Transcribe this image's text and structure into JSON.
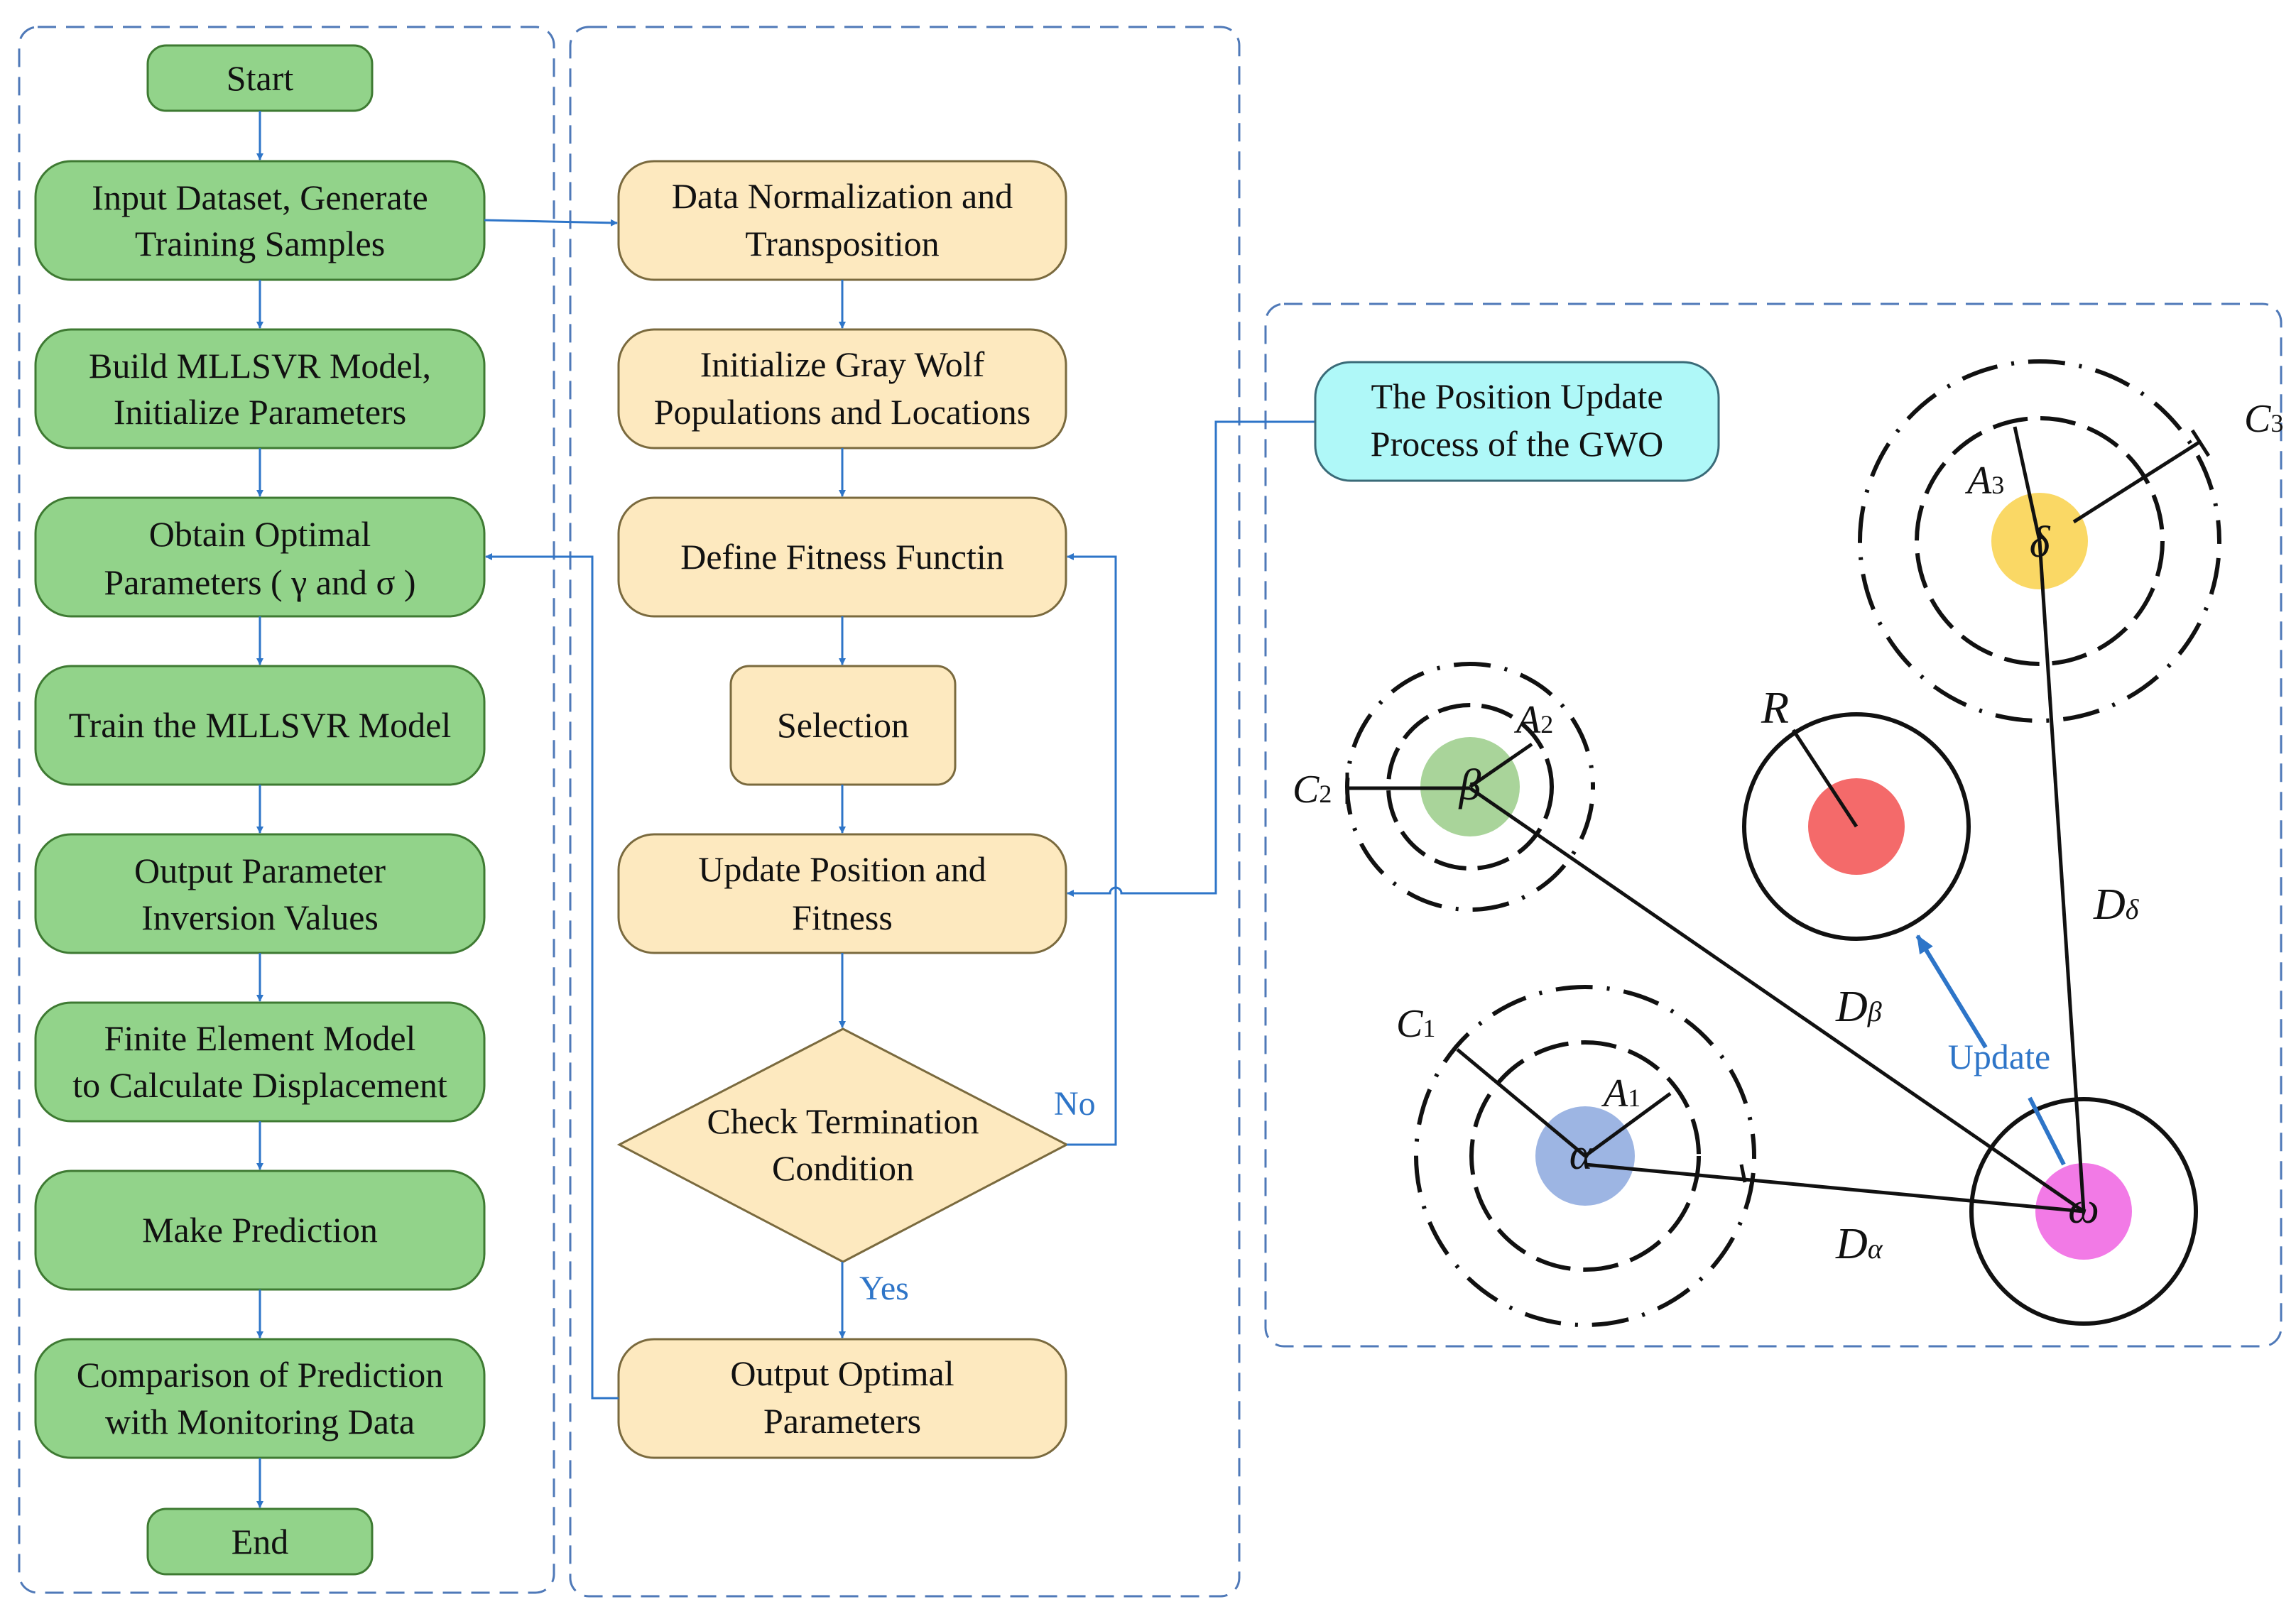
{
  "colors": {
    "green_fill": "#92d38a",
    "green_stroke": "#3e7a32",
    "yellow_fill": "#fde9bf",
    "yellow_stroke": "#7a6a3e",
    "cyan_fill": "#aff8f8",
    "frame_dash": "#4f79b8",
    "arrow_blue": "#2e75c8",
    "alpha_fill": "#9db5e3",
    "beta_fill": "#a9d49a",
    "delta_fill": "#fad865",
    "omega_fill": "#f27ae6",
    "prey_fill": "#f46a6a"
  },
  "left_column": {
    "start": "Start",
    "input_dataset": [
      "Input Dataset, Generate",
      "Training Samples"
    ],
    "build_model": [
      "Build MLLSVR Model,",
      "Initialize Parameters"
    ],
    "obtain_params": [
      "Obtain Optimal",
      "Parameters ( γ and σ )"
    ],
    "train_model": "Train the MLLSVR Model",
    "output_inversion": [
      "Output Parameter",
      "Inversion Values"
    ],
    "finite_element": [
      "Finite Element Model",
      "to Calculate Displacement"
    ],
    "make_prediction": "Make Prediction",
    "comparison": [
      "Comparison of Prediction",
      "with Monitoring Data"
    ],
    "end": "End"
  },
  "middle_column": {
    "normalization": [
      "Data Normalization and",
      "Transposition"
    ],
    "init_wolf": [
      "Initialize Gray Wolf",
      "Populations and  Locations"
    ],
    "fitness_function": "Define Fitness Functin",
    "selection": "Selection",
    "update_position": [
      "Update Position and",
      "Fitness"
    ],
    "check_termination": [
      "Check Termination",
      "Condition"
    ],
    "no_label": "No",
    "yes_label": "Yes",
    "output_optimal": [
      "Output Optimal",
      "Parameters"
    ]
  },
  "right_panel": {
    "title": [
      "The Position Update",
      "Process of the GWO"
    ],
    "update_label": "Update",
    "alpha_symbol": "α",
    "beta_symbol": "β",
    "delta_symbol": "δ",
    "omega_symbol": "ω",
    "R_label": "R",
    "A1_main": "A",
    "A1_sub": "1",
    "A2_main": "A",
    "A2_sub": "2",
    "A3_main": "A",
    "A3_sub": "3",
    "C1_main": "C",
    "C1_sub": "1",
    "C2_main": "C",
    "C2_sub": "2",
    "C3_main": "C",
    "C3_sub": "3",
    "D_alpha_main": "D",
    "D_alpha_sub": "α",
    "D_beta_main": "D",
    "D_beta_sub": "β",
    "D_delta_main": "D",
    "D_delta_sub": "δ"
  }
}
